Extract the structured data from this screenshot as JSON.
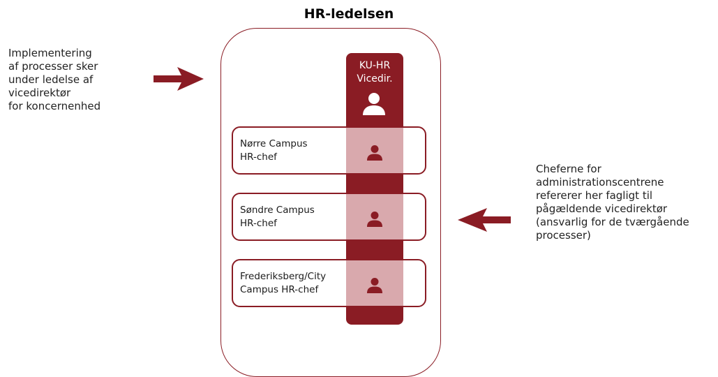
{
  "title": "HR-ledelsen",
  "colors": {
    "accent": "#8a1c24",
    "band": "#d9a9ad",
    "text": "#222222"
  },
  "lead": {
    "line1": "KU-HR",
    "line2": "Vicedir.",
    "icon": "person-icon"
  },
  "units": [
    {
      "line1": "Nørre Campus",
      "line2": "HR-chef",
      "icon": "person-icon"
    },
    {
      "line1": "Søndre Campus",
      "line2": "HR-chef",
      "icon": "person-icon"
    },
    {
      "line1": "Frederiksberg/City",
      "line2": "Campus HR-chef",
      "icon": "person-icon"
    }
  ],
  "left_note": {
    "lines": [
      "Implementering",
      "af processer sker",
      "under ledelse af",
      "vicedirektør",
      "for koncernenhed"
    ],
    "arrow": "arrow-right-icon"
  },
  "right_note": {
    "lines": [
      "Cheferne for",
      "administrationscentrene",
      "refererer her fagligt til",
      "pågældende vicedirektør",
      "(ansvarlig for de tværgående",
      "processer)"
    ],
    "arrow": "arrow-left-icon"
  }
}
